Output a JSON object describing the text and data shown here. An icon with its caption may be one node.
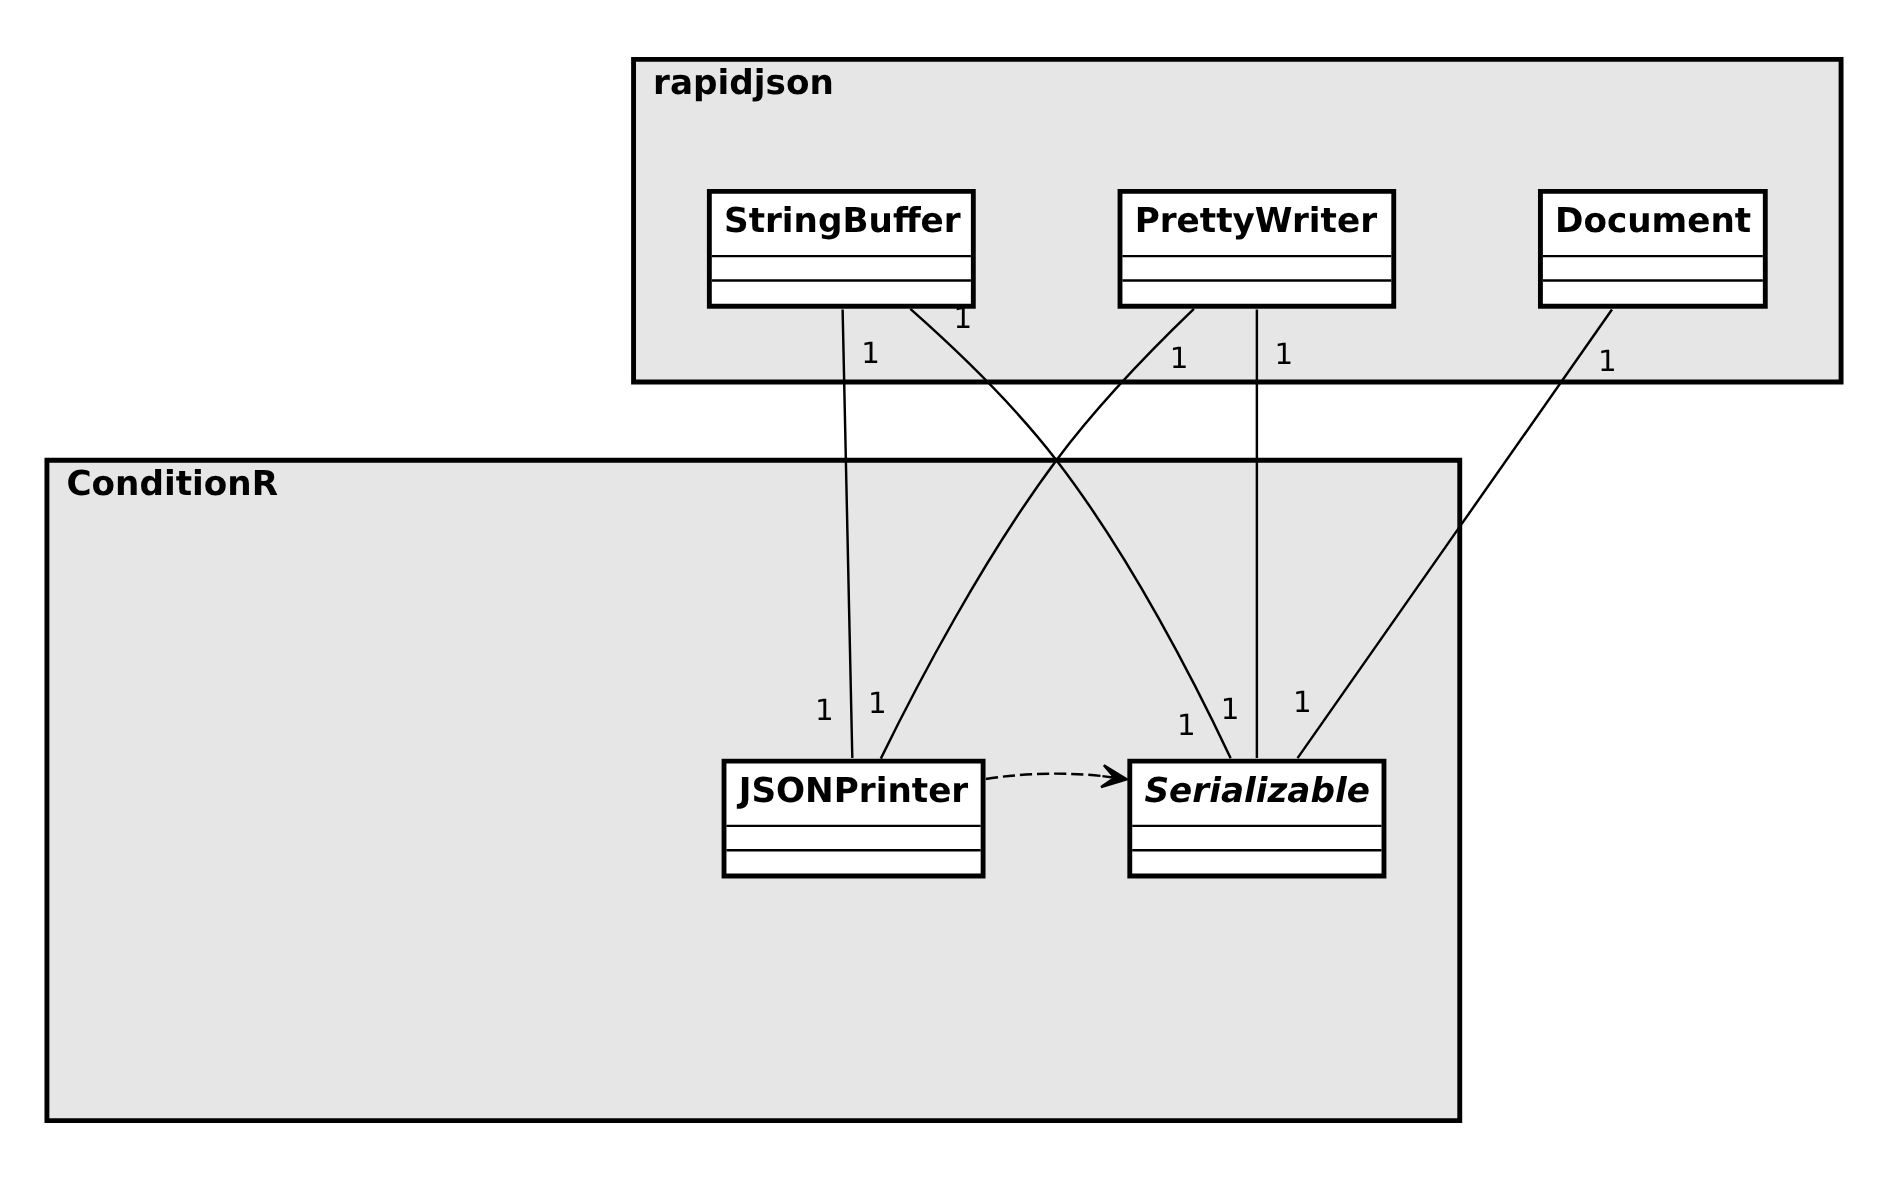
{
  "diagram": {
    "nodes": [
      {
        "text": [
          "rapidjson"
        ]
      },
      {
        "text": [
          "StringBuffer"
        ],
        "in": 0,
        "beside": [
          "1",
          "1"
        ]
      },
      {
        "text": [
          "PrettyWriter"
        ],
        "in": 0,
        "beside": [
          "1",
          "1"
        ]
      },
      {
        "text": [
          "Document"
        ],
        "in": 0,
        "beside": [
          "1"
        ]
      },
      {
        "text": [
          "ConditionR"
        ]
      },
      {
        "text": [
          "JSONPrinter"
        ],
        "in": 4,
        "beside": [
          "1",
          "1"
        ]
      },
      {
        "text": [
          "Serializable"
        ],
        "in": 4,
        "beside": [
          "1",
          "1",
          "1"
        ]
      }
    ],
    "edges": [
      {
        "from": 1,
        "to": 5,
        "arrow": "none"
      },
      {
        "from": 1,
        "to": 6,
        "arrow": "none"
      },
      {
        "from": 2,
        "to": 5,
        "arrow": "none"
      },
      {
        "from": 2,
        "to": 6,
        "arrow": "none"
      },
      {
        "from": 3,
        "to": 6,
        "arrow": "none"
      },
      {
        "from": 5,
        "to": 6,
        "arrow": "to",
        "style": "dashed"
      }
    ]
  }
}
